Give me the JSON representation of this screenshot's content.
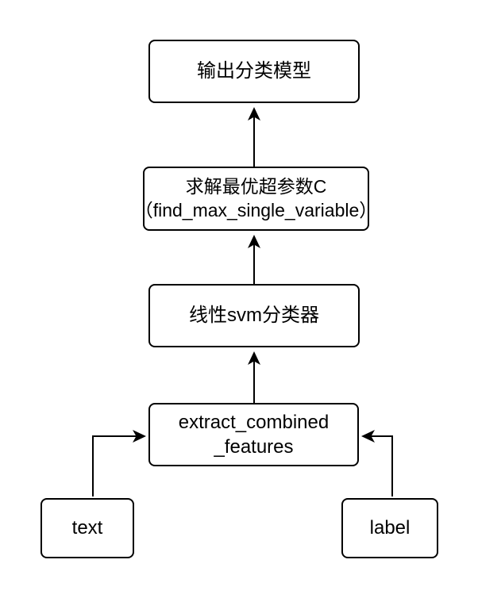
{
  "diagram": {
    "type": "flowchart",
    "colors": {
      "stroke": "#000000",
      "node_fill": "#ffffff",
      "background": "#ffffff"
    },
    "nodes": {
      "output": {
        "label": "输出分类模型"
      },
      "hyperparam": {
        "line1": "求解最优超参数C",
        "line2": "（find_max_single_variable）"
      },
      "svm": {
        "label": "线性svm分类器"
      },
      "extract": {
        "line1": "extract_combined",
        "line2": "_features"
      },
      "text_input": {
        "label": "text"
      },
      "label_input": {
        "label": "label"
      }
    },
    "edges": [
      {
        "from": "求解最优超参数C（find_max_single_variable）",
        "to": "输出分类模型",
        "direction": "up"
      },
      {
        "from": "线性svm分类器",
        "to": "求解最优超参数C（find_max_single_variable）",
        "direction": "up"
      },
      {
        "from": "extract_combined_features",
        "to": "线性svm分类器",
        "direction": "up"
      },
      {
        "from": "text",
        "to": "extract_combined_features",
        "direction": "up-then-right"
      },
      {
        "from": "label",
        "to": "extract_combined_features",
        "direction": "up-then-left"
      }
    ]
  }
}
